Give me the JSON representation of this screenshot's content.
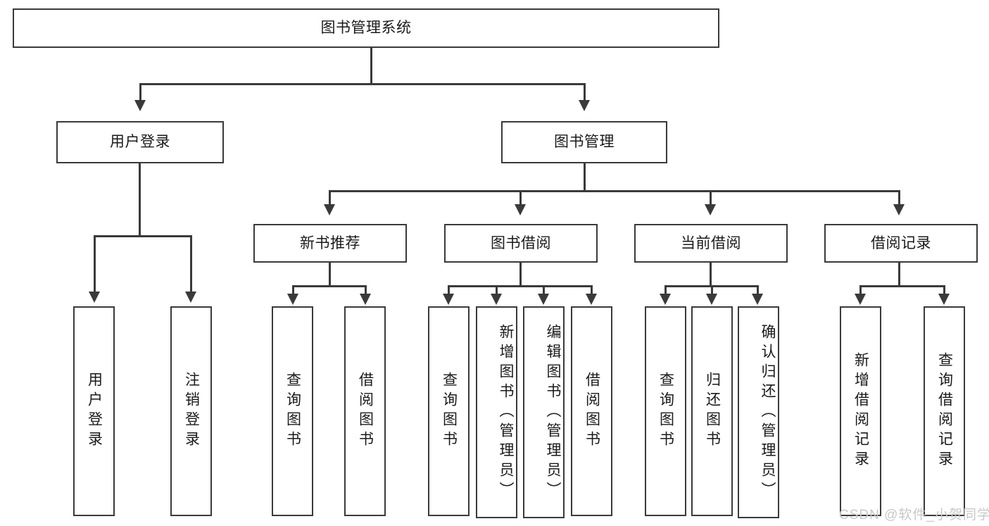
{
  "diagram": {
    "title_text": "图书管理系统",
    "watermark": "CSDN @软件_小贺同学",
    "colors": {
      "box_border": "#3a3a3a",
      "box_fill": "#ffffff",
      "line": "#3a3a3a",
      "text": "#1a1a1a",
      "watermark": "#c8c8c8",
      "background": "#ffffff"
    },
    "levels": {
      "root": "图书管理系统",
      "level2": [
        "用户登录",
        "图书管理"
      ],
      "level3": [
        "新书推荐",
        "图书借阅",
        "当前借阅",
        "借阅记录"
      ]
    },
    "nodes": {
      "root": "图书管理系统",
      "user_login": "用户登录",
      "book_manage": "图书管理",
      "new_book_rec": "新书推荐",
      "book_borrow": "图书借阅",
      "current_borrow": "当前借阅",
      "borrow_record": "借阅记录",
      "leaf_user_login": "用户登录",
      "leaf_logout": "注销登录",
      "leaf_query_book_1": "查询图书",
      "leaf_borrow_book_1": "借阅图书",
      "leaf_query_book_2": "查询图书",
      "leaf_add_book_admin": "新增图书（管理员）",
      "leaf_edit_book_admin": "编辑图书（管理员）",
      "leaf_borrow_book_2": "借阅图书",
      "leaf_query_book_3": "查询图书",
      "leaf_return_book": "归还图书",
      "leaf_confirm_return_admin": "确认归还（管理员）",
      "leaf_add_record": "新增借阅记录",
      "leaf_query_record": "查询借阅记录"
    },
    "tree": [
      {
        "label": "图书管理系统",
        "children": [
          {
            "label": "用户登录",
            "children": [
              {
                "label": "用户登录",
                "children": []
              },
              {
                "label": "注销登录",
                "children": []
              }
            ]
          },
          {
            "label": "图书管理",
            "children": [
              {
                "label": "新书推荐",
                "children": [
                  {
                    "label": "查询图书",
                    "children": []
                  },
                  {
                    "label": "借阅图书",
                    "children": []
                  }
                ]
              },
              {
                "label": "图书借阅",
                "children": [
                  {
                    "label": "查询图书",
                    "children": []
                  },
                  {
                    "label": "新增图书（管理员）",
                    "children": []
                  },
                  {
                    "label": "编辑图书（管理员）",
                    "children": []
                  },
                  {
                    "label": "借阅图书",
                    "children": []
                  }
                ]
              },
              {
                "label": "当前借阅",
                "children": [
                  {
                    "label": "查询图书",
                    "children": []
                  },
                  {
                    "label": "归还图书",
                    "children": []
                  },
                  {
                    "label": "确认归还（管理员）",
                    "children": []
                  }
                ]
              },
              {
                "label": "借阅记录",
                "children": [
                  {
                    "label": "新增借阅记录",
                    "children": []
                  },
                  {
                    "label": "查询借阅记录",
                    "children": []
                  }
                ]
              }
            ]
          }
        ]
      }
    ]
  }
}
